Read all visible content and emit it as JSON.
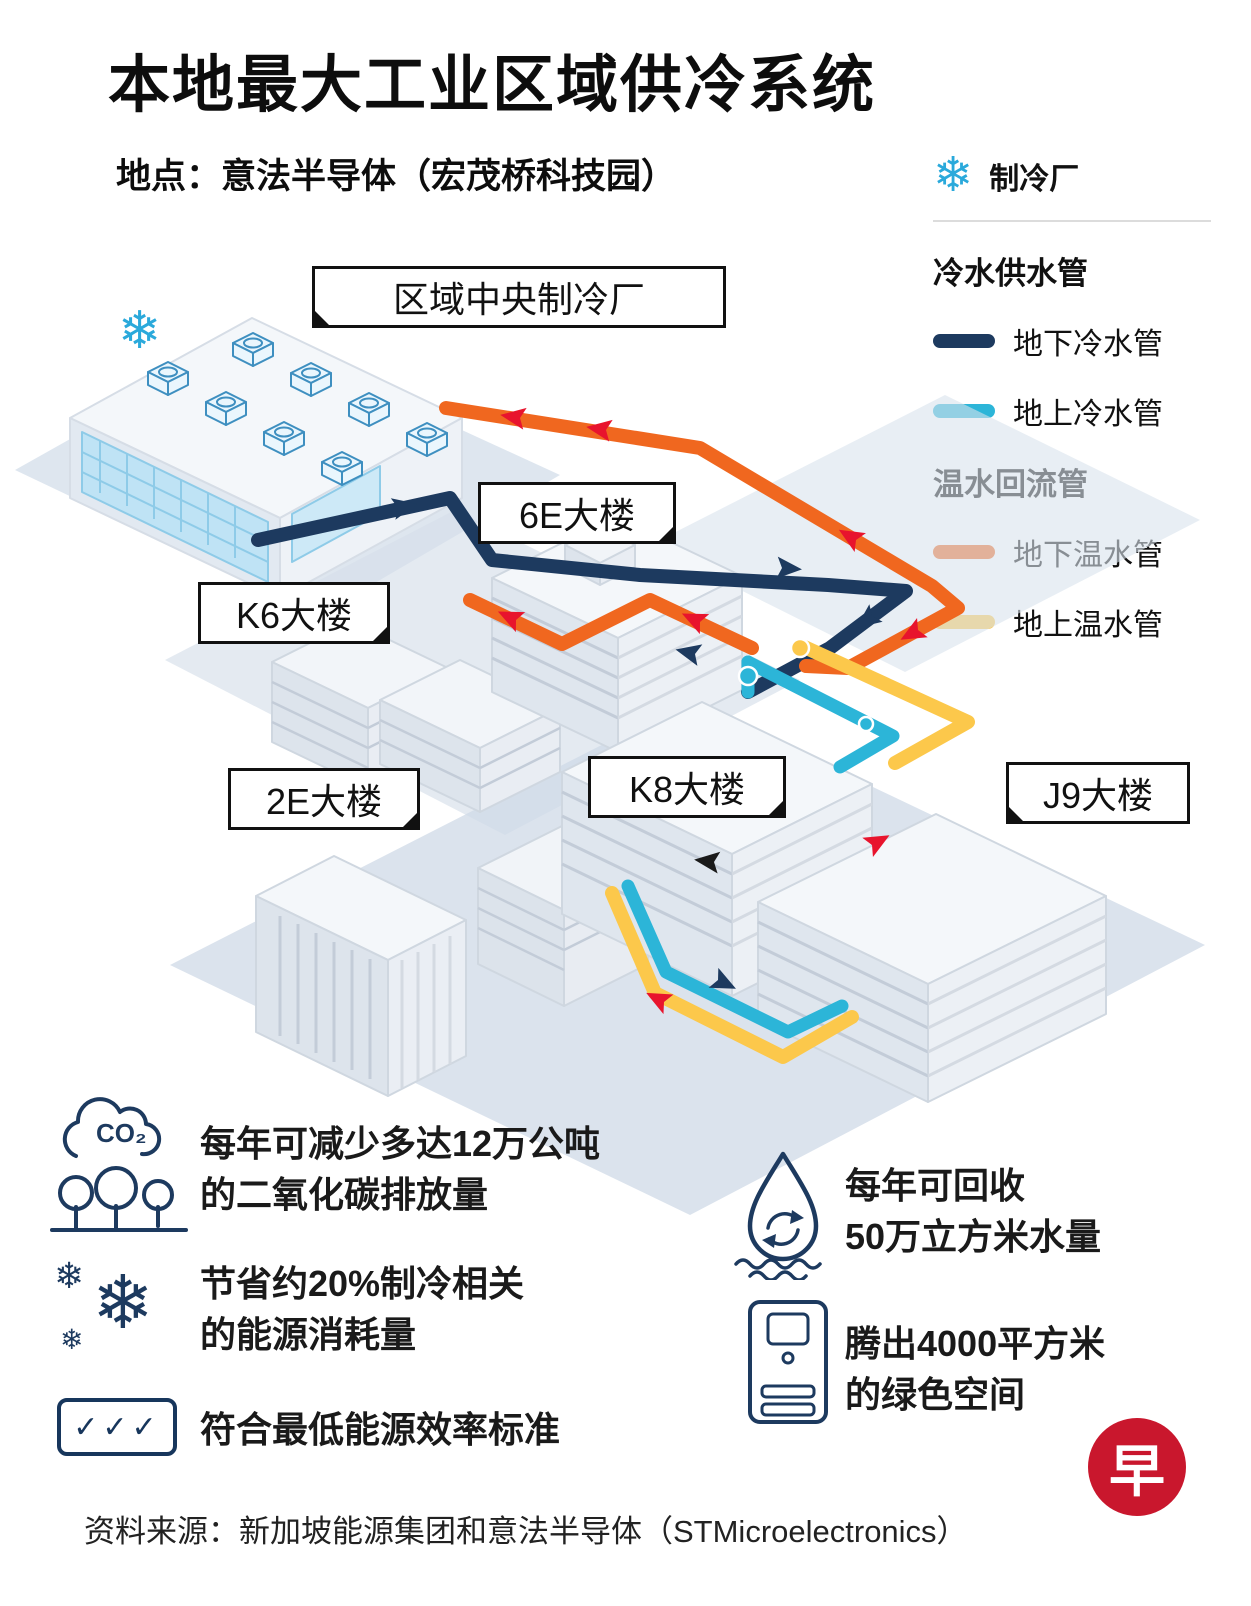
{
  "title": "本地最大工业区域供冷系统",
  "subtitle": "地点：意法半导体（宏茂桥科技园）",
  "legend": {
    "plant": "制冷厂",
    "cold_header": "冷水供水管",
    "cold_underground": "地下冷水管",
    "cold_above": "地上冷水管",
    "warm_header": "温水回流管",
    "warm_underground": "地下温水管",
    "warm_above": "地上温水管"
  },
  "diagram": {
    "labels": {
      "plant": "区域中央制冷厂",
      "b6e": "6E大楼",
      "k6": "K6大楼",
      "e2": "2E大楼",
      "k8": "K8大楼",
      "j9": "J9大楼"
    }
  },
  "facts": {
    "co2_line1": "每年可减少多达12万公吨",
    "co2_line2": "的二氧化碳排放量",
    "energy_line1": "节省约20%制冷相关",
    "energy_line2": "的能源消耗量",
    "standard": "符合最低能源效率标准",
    "water_line1": "每年可回收",
    "water_line2": "50万立方米水量",
    "space_line1": "腾出4000平方米",
    "space_line2": "的绿色空间"
  },
  "source": "资料来源：新加坡能源集团和意法半导体（STMicroelectronics）",
  "logo": {
    "char": "早"
  },
  "icons": {
    "snowflake": "❄",
    "checkmarks": "✓✓✓",
    "co2": "CO₂"
  },
  "colors": {
    "cold_underground": "#1d3a5f",
    "cold_above": "#2cb5d8",
    "warm_underground": "#f0671f",
    "warm_above": "#fcc84b",
    "arrow_red": "#e8142d",
    "arrow_navy": "#1d3a5f",
    "plant_blue": "#2aa9db",
    "logo_red": "#c9172d"
  }
}
